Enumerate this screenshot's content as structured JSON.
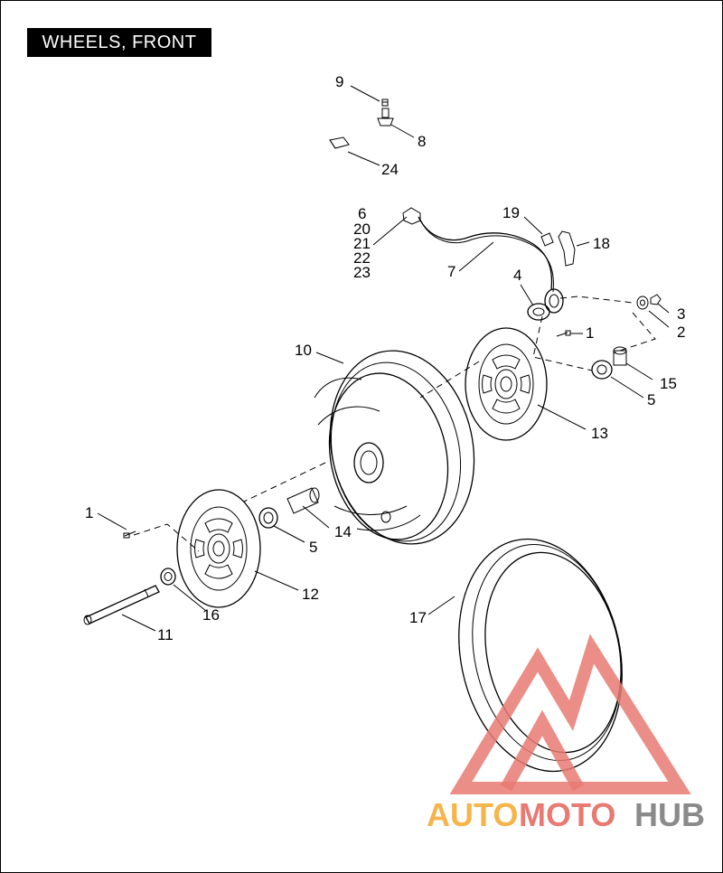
{
  "title": "WHEELS, FRONT",
  "callouts": [
    "9",
    "8",
    "24",
    "6",
    "20",
    "21",
    "22",
    "23",
    "19",
    "18",
    "7",
    "4",
    "3",
    "2",
    "1",
    "10",
    "15",
    "5",
    "13",
    "1",
    "14",
    "5",
    "12",
    "16",
    "11",
    "17"
  ],
  "colors": {
    "title_bg": "#000000",
    "title_text": "#ffffff",
    "watermark_red": "#e77a73",
    "watermark_orange": "#f6b54a",
    "watermark_gray": "#8a8a8a"
  },
  "watermark": {
    "part1": "AUTO",
    "part2": "MOTO",
    "part3": "HUB"
  }
}
